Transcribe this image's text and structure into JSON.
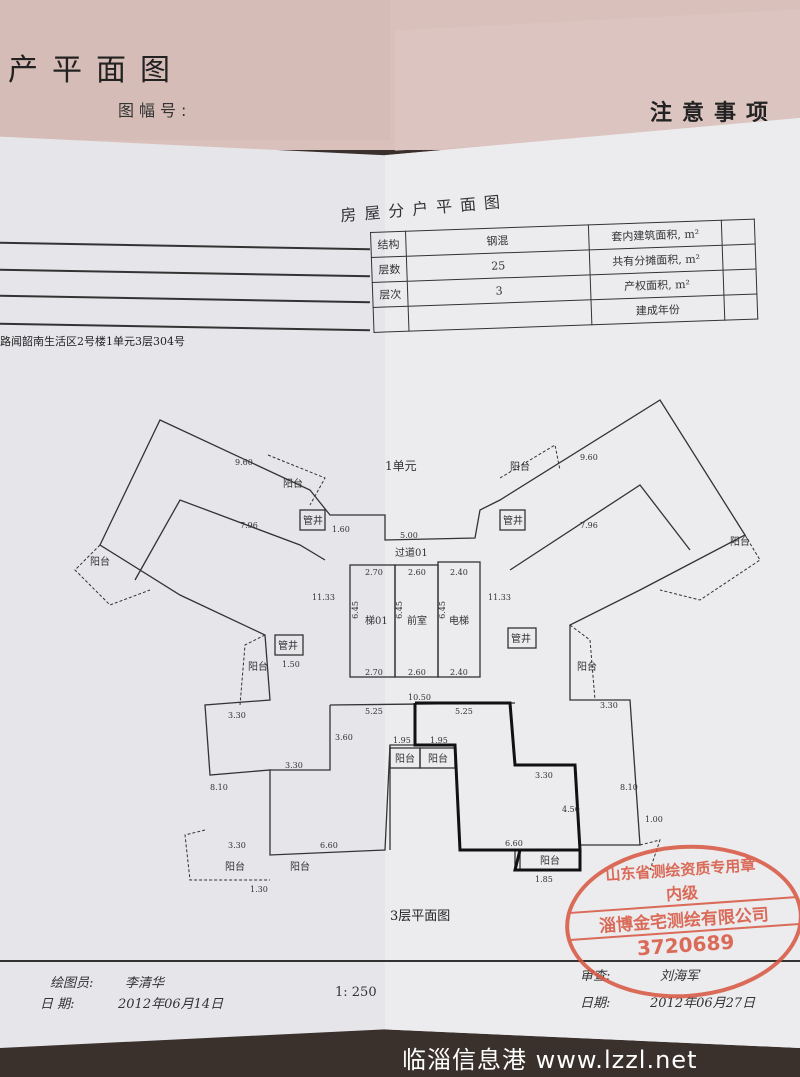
{
  "cover": {
    "title": "产平面图",
    "map_no_label": "图幅号:",
    "notes_title": "注意事项"
  },
  "document": {
    "title": "房屋分户平面图",
    "table": {
      "structure_label": "结构",
      "structure_value": "钢混",
      "floors_label": "层数",
      "floors_value": "25",
      "floor_label": "层次",
      "floor_value": "3",
      "inner_area_label": "套内建筑面积, m²",
      "shared_area_label": "共有分摊面积, m²",
      "property_area_label": "产权面积, m²",
      "build_year_label": "建成年份"
    },
    "address": "路闻韶南生活区2号楼1单元3层304号"
  },
  "plan": {
    "unit_label": "1单元",
    "rooms": {
      "corridor": "过道01",
      "stair": "梯01",
      "lobby": "前室",
      "elevator": "电梯",
      "shaft": "管井",
      "balcony": "阳台"
    },
    "dims": [
      "2.70",
      "2.60",
      "2.40",
      "6.45",
      "10.50",
      "5.25",
      "3.30",
      "3.60",
      "4.50",
      "6.60",
      "1.30",
      "1.85",
      "8.10",
      "9.60",
      "7.96",
      "11.33",
      "5.00",
      "1.60",
      "1.95",
      "1.50",
      "1.00"
    ]
  },
  "floor_plan_title": "3层平面图",
  "footer": {
    "drafter_label": "绘图员:",
    "drafter": "李清华",
    "date_label": "日 期:",
    "date": "2012年06月14日",
    "scale": "1: 250",
    "reviewer_label": "审查:",
    "reviewer": "刘海军",
    "review_date_label": "日期:",
    "review_date": "2012年06月27日"
  },
  "stamp": {
    "line1": "山东省测绘资质专用章",
    "line2": "内级",
    "line3": "淄博金宅测绘有限公司",
    "line4": "3720689"
  },
  "watermark": "临淄信息港 www.lzzl.net"
}
